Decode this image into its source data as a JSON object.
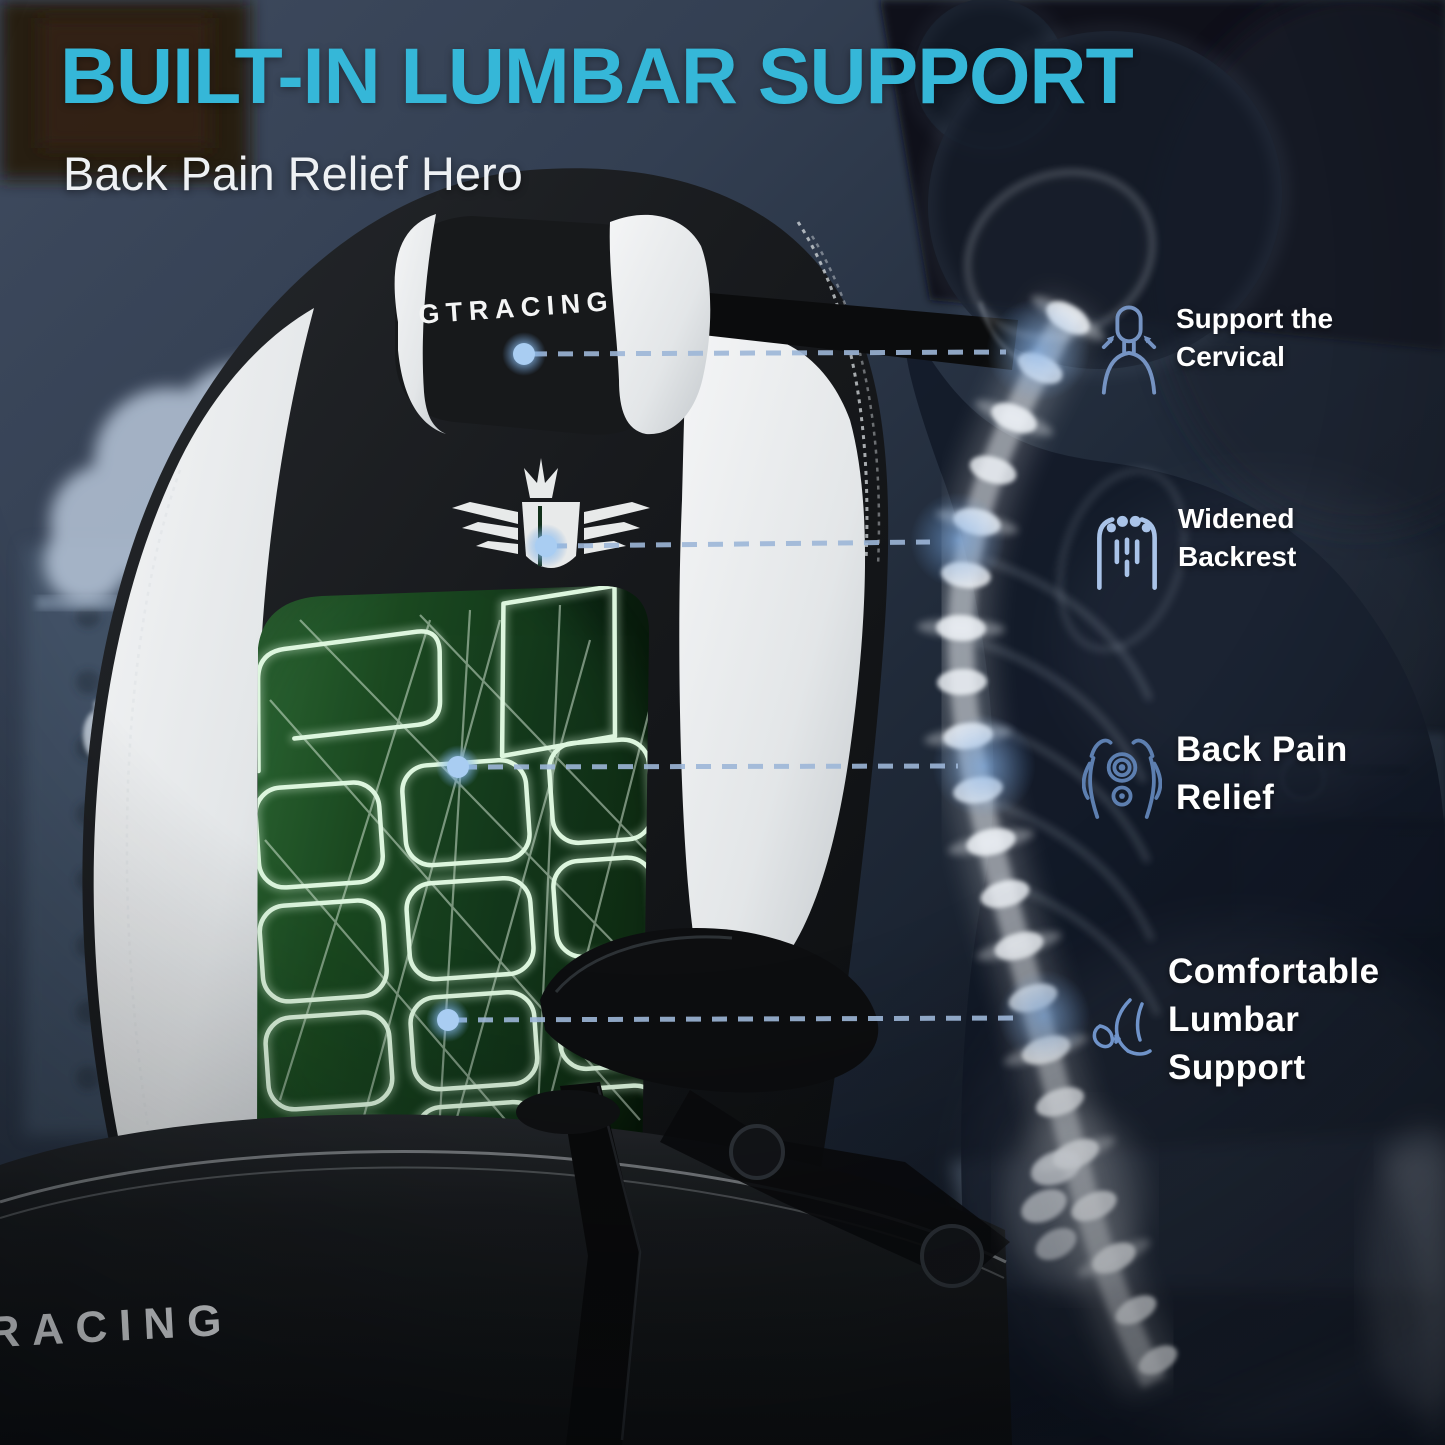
{
  "header": {
    "title": "BUILT-IN LUMBAR SUPPORT",
    "subtitle": "Back Pain Relief Hero"
  },
  "branding": {
    "headrest_logo": "GTRACING",
    "seat_logo": "RACING"
  },
  "callouts": [
    {
      "id": "cervical",
      "icon": "cervical-support-icon",
      "lines": [
        "Support the",
        "Cervical"
      ]
    },
    {
      "id": "backrest",
      "icon": "widened-backrest-icon",
      "lines": [
        "Widened",
        "Backrest"
      ]
    },
    {
      "id": "backpain",
      "icon": "back-pain-relief-icon",
      "lines": [
        "Back Pain",
        "Relief"
      ]
    },
    {
      "id": "lumbar",
      "icon": "lumbar-support-icon",
      "lines": [
        "Comfortable",
        "Lumbar",
        "Support"
      ]
    }
  ],
  "colors": {
    "title_cyan": "#35b7d8",
    "label_text": "#ffffff",
    "dashed_line": "#9db6d8",
    "glow_dot": "#9cc9f0",
    "spine_highlight_blue": "#6aa3e4",
    "chair_black": "#131518",
    "chair_white": "#eceeee",
    "lumbar_panel_green_dark": "#0a2010",
    "lumbar_pattern_green": "#ddf6de",
    "icon_blue": "#7e9dcb"
  }
}
